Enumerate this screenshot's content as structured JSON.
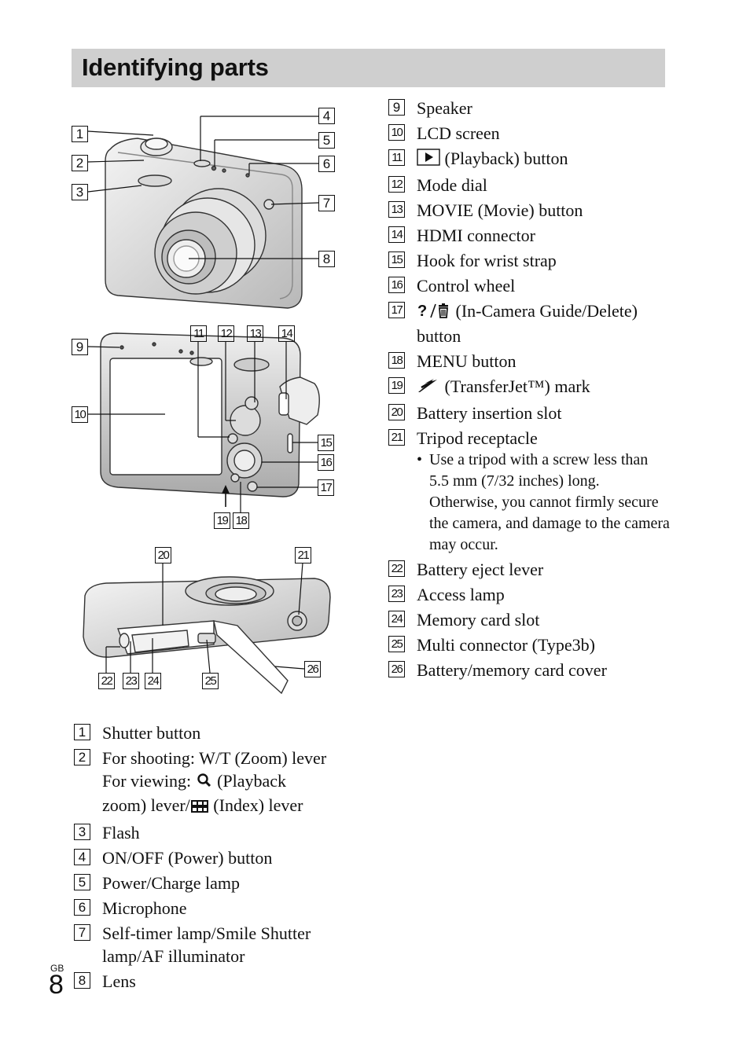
{
  "title": "Identifying parts",
  "page": {
    "region": "GB",
    "number": "8"
  },
  "callouts": [
    "1",
    "2",
    "3",
    "4",
    "5",
    "6",
    "7",
    "8",
    "9",
    "10",
    "11",
    "12",
    "13",
    "14",
    "15",
    "16",
    "17",
    "18",
    "19",
    "20",
    "21",
    "22",
    "23",
    "24",
    "25",
    "26"
  ],
  "left_list": [
    {
      "num": "1",
      "text": "Shutter button"
    },
    {
      "num": "2",
      "line1": "For shooting: W/T (Zoom) lever",
      "line2a": "For viewing:",
      "line2b": "(Playback",
      "line3a": "zoom) lever/",
      "line3b": "(Index) lever",
      "icons": [
        "magnifier-icon",
        "index-grid-icon"
      ]
    },
    {
      "num": "3",
      "text": "Flash"
    },
    {
      "num": "4",
      "text": "ON/OFF (Power) button"
    },
    {
      "num": "5",
      "text": "Power/Charge lamp"
    },
    {
      "num": "6",
      "text": "Microphone"
    },
    {
      "num": "7",
      "text": "Self-timer lamp/Smile Shutter lamp/AF illuminator"
    },
    {
      "num": "8",
      "text": "Lens"
    }
  ],
  "right_list": [
    {
      "num": "9",
      "text": "Speaker"
    },
    {
      "num": "10",
      "text": "LCD screen"
    },
    {
      "num": "11",
      "text": "(Playback) button",
      "icon": "playback-icon"
    },
    {
      "num": "12",
      "text": "Mode dial"
    },
    {
      "num": "13",
      "text": "MOVIE (Movie) button"
    },
    {
      "num": "14",
      "text": "HDMI connector"
    },
    {
      "num": "15",
      "text": "Hook for wrist strap"
    },
    {
      "num": "16",
      "text": "Control wheel"
    },
    {
      "num": "17",
      "text": "(In-Camera Guide/Delete) button",
      "icon": "guide-delete-icon"
    },
    {
      "num": "18",
      "text": "MENU button"
    },
    {
      "num": "19",
      "text": "(TransferJet™) mark",
      "icon": "transferjet-icon"
    },
    {
      "num": "20",
      "text": "Battery insertion slot"
    },
    {
      "num": "21",
      "text": "Tripod receptacle",
      "note": "Use a tripod with a screw less than 5.5 mm (7/32 inches) long. Otherwise, you cannot firmly secure the camera, and damage to the camera may occur."
    },
    {
      "num": "22",
      "text": "Battery eject lever"
    },
    {
      "num": "23",
      "text": "Access lamp"
    },
    {
      "num": "24",
      "text": "Memory card slot"
    },
    {
      "num": "25",
      "text": "Multi connector (Type3b)"
    },
    {
      "num": "26",
      "text": "Battery/memory card cover"
    }
  ]
}
